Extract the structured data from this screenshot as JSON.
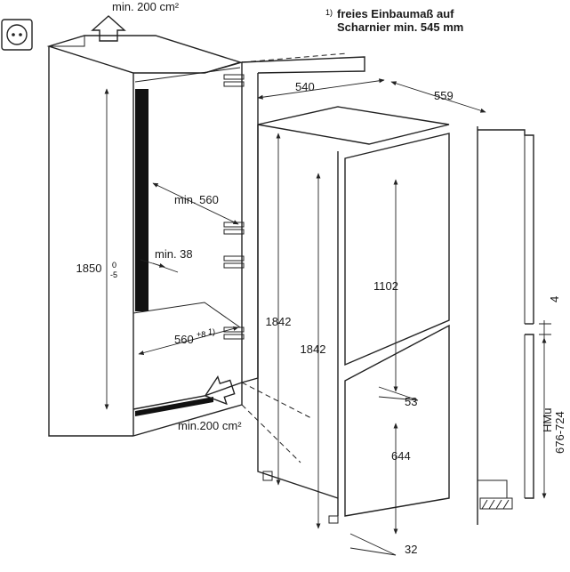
{
  "labels": {
    "vent_top": "min. 200 cm²",
    "vent_bottom": "min.200 cm²",
    "note_marker": "1)",
    "note_line1": "freies Einbaumaß auf",
    "note_line2": "Scharnier min. 545 mm",
    "dim_540": "540",
    "dim_559": "559",
    "dim_min560": "min. 560",
    "dim_min38": "min. 38",
    "dim_1850": "1850",
    "dim_1850_tol_top": "0",
    "dim_1850_tol_bot": "-5",
    "dim_560": "560",
    "dim_560_sup": "+8",
    "dim_560_note": "1)",
    "dim_1842_a": "1842",
    "dim_1842_b": "1842",
    "dim_1102": "1102",
    "dim_53": "53",
    "dim_644": "644",
    "dim_32": "32",
    "dim_4": "4",
    "dim_hmu_line1": "HMu",
    "dim_hmu_line2": "676-724"
  }
}
